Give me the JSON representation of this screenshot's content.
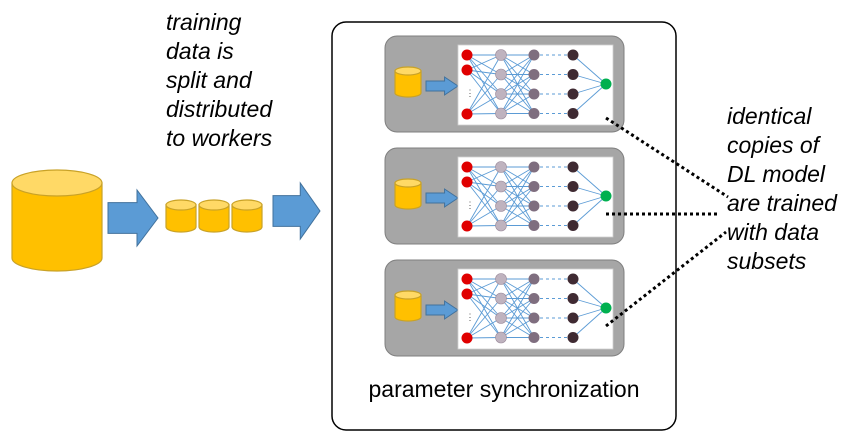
{
  "captions": {
    "data_split": "training\ndata is\nsplit and\ndistributed\nto workers",
    "model_copies": "identical\ncopies of\nDL model\nare trained\nwith data\nsubsets",
    "parameter_sync": "parameter synchronization"
  },
  "diagram": {
    "worker_count": 3,
    "shard_count": 3,
    "network": {
      "input_nodes": 3,
      "layer_nodes": 4,
      "output_nodes": 1
    }
  },
  "colors": {
    "storage_fill": "#FFC000",
    "storage_top": "#FFD966",
    "storage_stroke": "#C9A227",
    "arrow_fill": "#5B9BD5",
    "arrow_stroke": "#41719C",
    "worker_fill": "#A6A6A6",
    "worker_stroke": "#7F7F7F",
    "input_node": "#E00000",
    "hidden1_node": "#BFB3BF",
    "hidden2_node": "#7F6E7F",
    "hidden3_node": "#3F2A32",
    "output_node": "#00B050",
    "edge": "#5B9BD5",
    "dotted_line": "#000000"
  },
  "icons": [
    "database-icon",
    "arrow-right-icon"
  ]
}
